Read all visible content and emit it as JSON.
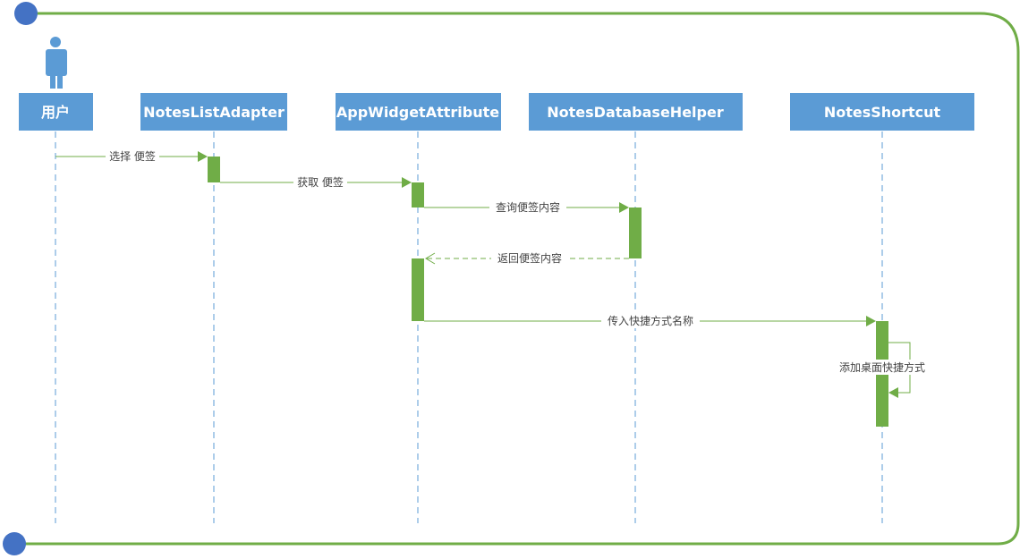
{
  "diagram": {
    "type": "sequence",
    "participants": [
      {
        "id": "user",
        "label": "用户",
        "actor": true
      },
      {
        "id": "adapter",
        "label": "NotesListAdapter"
      },
      {
        "id": "widget",
        "label": "AppWidgetAttribute"
      },
      {
        "id": "dbhelper",
        "label": "NotesDatabaseHelper"
      },
      {
        "id": "shortcut",
        "label": "NotesShortcut"
      }
    ],
    "messages": [
      {
        "from": "user",
        "to": "adapter",
        "label": "选择 便签",
        "style": "solid"
      },
      {
        "from": "adapter",
        "to": "widget",
        "label": "获取 便签",
        "style": "solid"
      },
      {
        "from": "widget",
        "to": "dbhelper",
        "label": "查询便签内容",
        "style": "solid"
      },
      {
        "from": "dbhelper",
        "to": "widget",
        "label": "返回便签内容",
        "style": "dashed"
      },
      {
        "from": "widget",
        "to": "shortcut",
        "label": "传入快捷方式名称",
        "style": "solid"
      },
      {
        "from": "shortcut",
        "to": "shortcut",
        "label": "添加桌面快捷方式",
        "style": "self"
      }
    ],
    "colors": {
      "box": "#5b9bd5",
      "box_text": "#ffffff",
      "activation": "#70ad47",
      "arrow": "#70ad47",
      "lifeline": "#5b9bd5",
      "frame": "#70ad47",
      "frame_dot": "#4472c4",
      "label_text": "#444444"
    }
  }
}
